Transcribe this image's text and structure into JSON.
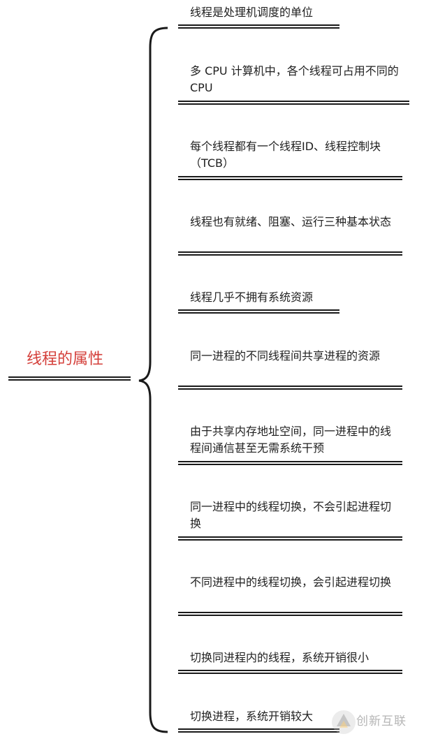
{
  "root": {
    "label": "线程的属性"
  },
  "nodes": [
    {
      "text": "线程是处理机调度的单位"
    },
    {
      "text": "多 CPU 计算机中，各个线程可占用不同的 CPU"
    },
    {
      "text": "每个线程都有一个线程ID、线程控制块（TCB）"
    },
    {
      "text": "线程也有就绪、阻塞、运行三种基本状态"
    },
    {
      "text": "线程几乎不拥有系统资源"
    },
    {
      "text": "同一进程的不同线程间共享进程的资源"
    },
    {
      "text": "由于共享内存地址空间，同一进程中的线程间通信甚至无需系统干预"
    },
    {
      "text": "同一进程中的线程切换，不会引起进程切换"
    },
    {
      "text": "不同进程中的线程切换，会引起进程切换"
    },
    {
      "text": "切换同进程内的线程，系统开销很小"
    },
    {
      "text": "切换进程，系统开销较大"
    }
  ],
  "watermark": {
    "text": "创新互联"
  },
  "colors": {
    "root_text": "#d43f3a",
    "line": "#1a1a1a"
  }
}
